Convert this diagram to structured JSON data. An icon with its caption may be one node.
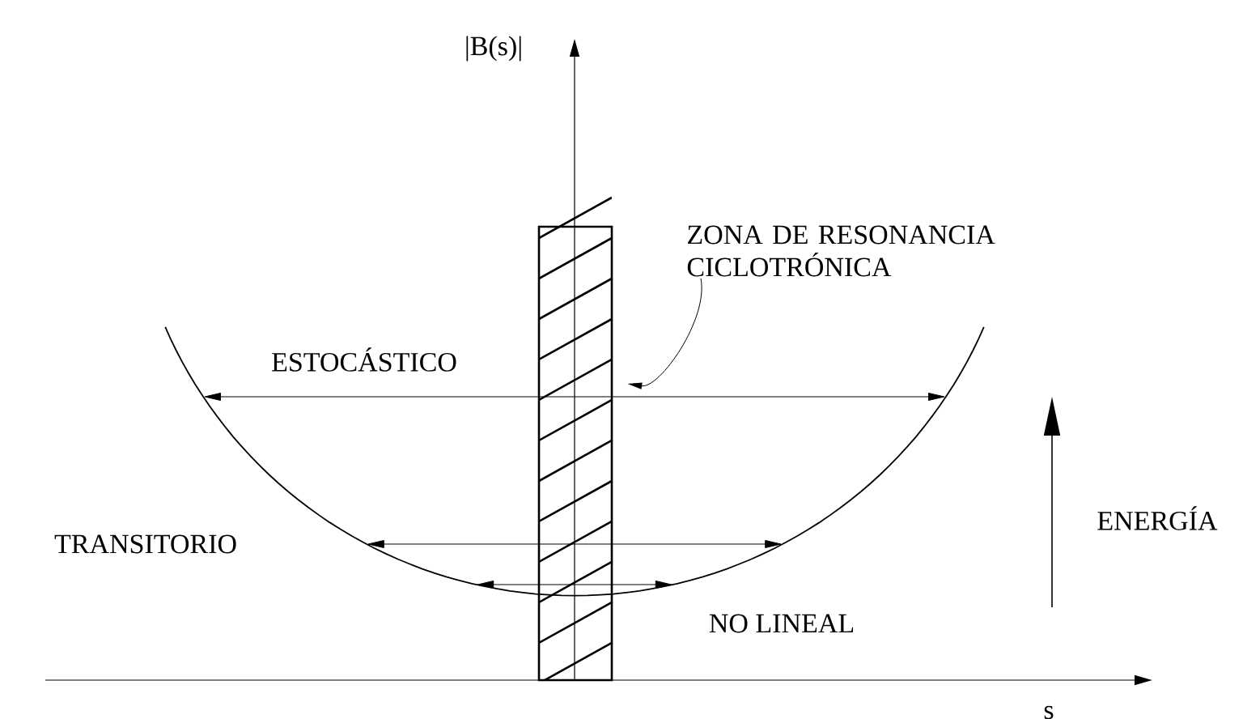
{
  "diagram": {
    "nodes": [
      {
        "text": [
          "ZONA DE RESONANCIA CICLOTRÓNICA"
        ]
      },
      {
        "text": [],
        "shape": "bar"
      }
    ],
    "edges": [
      {
        "from": 0,
        "to": 1,
        "arrow": "to"
      }
    ],
    "labels": [
      "|B(s)|",
      "ESTOCÁSTICO",
      "TRANSITORIO",
      "NO LINEAL",
      "ENERGÍA",
      "s"
    ]
  }
}
